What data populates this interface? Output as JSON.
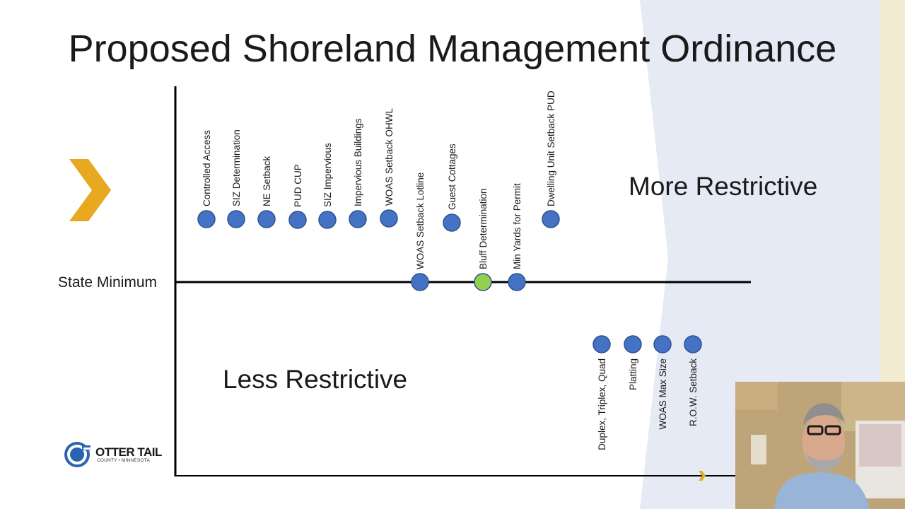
{
  "slide": {
    "title": "Proposed Shoreland Management Ordinance",
    "more_label": "More Restrictive",
    "less_label": "Less Restrictive",
    "state_min_label": "State Minimum"
  },
  "colors": {
    "dot_blue": "#4472c4",
    "dot_green": "#92d050",
    "chevron": "#e8a820",
    "side_panel": "#e6eaf4"
  },
  "items": {
    "more": [
      "Controlled Access",
      "SIZ Determination",
      "NE Setback",
      "PUD CUP",
      "SIZ Impervious",
      "Impervious Buildings",
      "WOAS Setback OHWL",
      "Guest Cottages",
      "Dwelling Unit Setback PUD"
    ],
    "state": [
      "WOAS Setback Lotline",
      "Bluff Determination",
      "Min Yards for Permit"
    ],
    "less": [
      "Duplex, Triplex, Quad",
      "Platting",
      "WOAS Max Size",
      "R.O.W. Setback"
    ]
  },
  "logo": {
    "name": "OTTER TAIL",
    "sub": "COUNTY • MINNESOTA",
    "icon": "otter-tail-logo-icon"
  },
  "webcam": {
    "icon": "presenter-video-feed"
  }
}
